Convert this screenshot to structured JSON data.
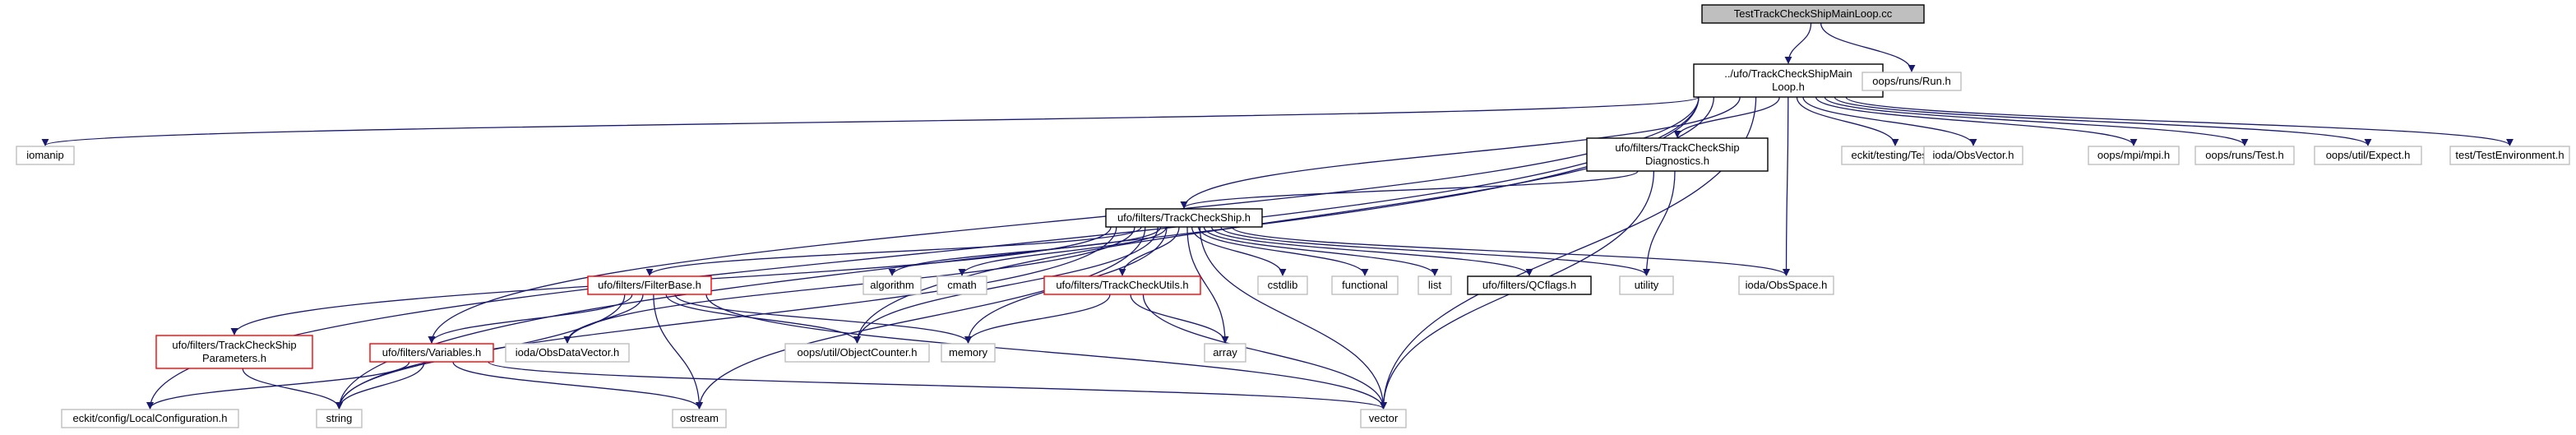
{
  "colors": {
    "edge": "#191970",
    "border_default": "#000000",
    "border_missing": "#bfbfbf",
    "border_truncated": "#ff0000",
    "root_fill": "#bfbfbf"
  },
  "nodes": [
    {
      "id": "root",
      "lines": [
        "TestTrackCheckShipMainLoop.cc"
      ],
      "style": "root"
    },
    {
      "id": "mainloop",
      "lines": [
        "../ufo/TrackCheckShipMain",
        "Loop.h"
      ],
      "style": "default"
    },
    {
      "id": "oops_run",
      "lines": [
        "oops/runs/Run.h"
      ],
      "style": "missing"
    },
    {
      "id": "iomanip",
      "lines": [
        "iomanip"
      ],
      "style": "missing"
    },
    {
      "id": "diagnostics",
      "lines": [
        "ufo/filters/TrackCheckShip",
        "Diagnostics.h"
      ],
      "style": "default"
    },
    {
      "id": "eckit_test",
      "lines": [
        "eckit/testing/Test.h"
      ],
      "style": "missing"
    },
    {
      "id": "obsvector",
      "lines": [
        "ioda/ObsVector.h"
      ],
      "style": "missing"
    },
    {
      "id": "mpi",
      "lines": [
        "oops/mpi/mpi.h"
      ],
      "style": "missing"
    },
    {
      "id": "oops_test",
      "lines": [
        "oops/runs/Test.h"
      ],
      "style": "missing"
    },
    {
      "id": "expect",
      "lines": [
        "oops/util/Expect.h"
      ],
      "style": "missing"
    },
    {
      "id": "testenv",
      "lines": [
        "test/TestEnvironment.h"
      ],
      "style": "missing"
    },
    {
      "id": "trackcheck",
      "lines": [
        "ufo/filters/TrackCheckShip.h"
      ],
      "style": "default"
    },
    {
      "id": "params",
      "lines": [
        "ufo/filters/TrackCheckShip",
        "Parameters.h"
      ],
      "style": "truncated"
    },
    {
      "id": "filterbase",
      "lines": [
        "ufo/filters/FilterBase.h"
      ],
      "style": "truncated"
    },
    {
      "id": "algorithm",
      "lines": [
        "algorithm"
      ],
      "style": "missing"
    },
    {
      "id": "cmath",
      "lines": [
        "cmath"
      ],
      "style": "missing"
    },
    {
      "id": "utils",
      "lines": [
        "ufo/filters/TrackCheckUtils.h"
      ],
      "style": "truncated"
    },
    {
      "id": "cstdlib",
      "lines": [
        "cstdlib"
      ],
      "style": "missing"
    },
    {
      "id": "functional",
      "lines": [
        "functional"
      ],
      "style": "missing"
    },
    {
      "id": "list",
      "lines": [
        "list"
      ],
      "style": "missing"
    },
    {
      "id": "qcflags",
      "lines": [
        "ufo/filters/QCflags.h"
      ],
      "style": "default"
    },
    {
      "id": "utility",
      "lines": [
        "utility"
      ],
      "style": "missing"
    },
    {
      "id": "obsspace",
      "lines": [
        "ioda/ObsSpace.h"
      ],
      "style": "missing"
    },
    {
      "id": "variables",
      "lines": [
        "ufo/filters/Variables.h"
      ],
      "style": "truncated"
    },
    {
      "id": "obsdatavector",
      "lines": [
        "ioda/ObsDataVector.h"
      ],
      "style": "missing"
    },
    {
      "id": "objectcounter",
      "lines": [
        "oops/util/ObjectCounter.h"
      ],
      "style": "missing"
    },
    {
      "id": "memory",
      "lines": [
        "memory"
      ],
      "style": "missing"
    },
    {
      "id": "array",
      "lines": [
        "array"
      ],
      "style": "missing"
    },
    {
      "id": "localconfig",
      "lines": [
        "eckit/config/LocalConfiguration.h"
      ],
      "style": "missing"
    },
    {
      "id": "string",
      "lines": [
        "string"
      ],
      "style": "missing"
    },
    {
      "id": "ostream",
      "lines": [
        "ostream"
      ],
      "style": "missing"
    },
    {
      "id": "vector",
      "lines": [
        "vector"
      ],
      "style": "missing"
    }
  ],
  "edges": [
    [
      "root",
      "mainloop"
    ],
    [
      "root",
      "oops_run"
    ],
    [
      "mainloop",
      "iomanip"
    ],
    [
      "mainloop",
      "localconfig"
    ],
    [
      "mainloop",
      "string"
    ],
    [
      "mainloop",
      "variables"
    ],
    [
      "mainloop",
      "objectcounter"
    ],
    [
      "mainloop",
      "trackcheck"
    ],
    [
      "mainloop",
      "diagnostics"
    ],
    [
      "mainloop",
      "obsspace"
    ],
    [
      "mainloop",
      "vector"
    ],
    [
      "mainloop",
      "eckit_test"
    ],
    [
      "mainloop",
      "obsvector"
    ],
    [
      "mainloop",
      "mpi"
    ],
    [
      "mainloop",
      "oops_test"
    ],
    [
      "mainloop",
      "expect"
    ],
    [
      "mainloop",
      "testenv"
    ],
    [
      "diagnostics",
      "trackcheck"
    ],
    [
      "diagnostics",
      "utility"
    ],
    [
      "diagnostics",
      "vector"
    ],
    [
      "trackcheck",
      "params"
    ],
    [
      "trackcheck",
      "string"
    ],
    [
      "trackcheck",
      "obsdatavector"
    ],
    [
      "trackcheck",
      "filterbase"
    ],
    [
      "trackcheck",
      "objectcounter"
    ],
    [
      "trackcheck",
      "memory"
    ],
    [
      "trackcheck",
      "algorithm"
    ],
    [
      "trackcheck",
      "cmath"
    ],
    [
      "trackcheck",
      "ostream"
    ],
    [
      "trackcheck",
      "utils"
    ],
    [
      "trackcheck",
      "array"
    ],
    [
      "trackcheck",
      "cstdlib"
    ],
    [
      "trackcheck",
      "functional"
    ],
    [
      "trackcheck",
      "list"
    ],
    [
      "trackcheck",
      "qcflags"
    ],
    [
      "trackcheck",
      "utility"
    ],
    [
      "trackcheck",
      "obsspace"
    ],
    [
      "trackcheck",
      "vector"
    ],
    [
      "params",
      "string"
    ],
    [
      "filterbase",
      "variables"
    ],
    [
      "filterbase",
      "obsdatavector"
    ],
    [
      "filterbase",
      "objectcounter"
    ],
    [
      "filterbase",
      "memory"
    ],
    [
      "filterbase",
      "string"
    ],
    [
      "filterbase",
      "ostream"
    ],
    [
      "filterbase",
      "vector"
    ],
    [
      "utils",
      "memory"
    ],
    [
      "utils",
      "array"
    ],
    [
      "utils",
      "vector"
    ],
    [
      "variables",
      "localconfig"
    ],
    [
      "variables",
      "string"
    ],
    [
      "variables",
      "ostream"
    ],
    [
      "variables",
      "vector"
    ]
  ]
}
